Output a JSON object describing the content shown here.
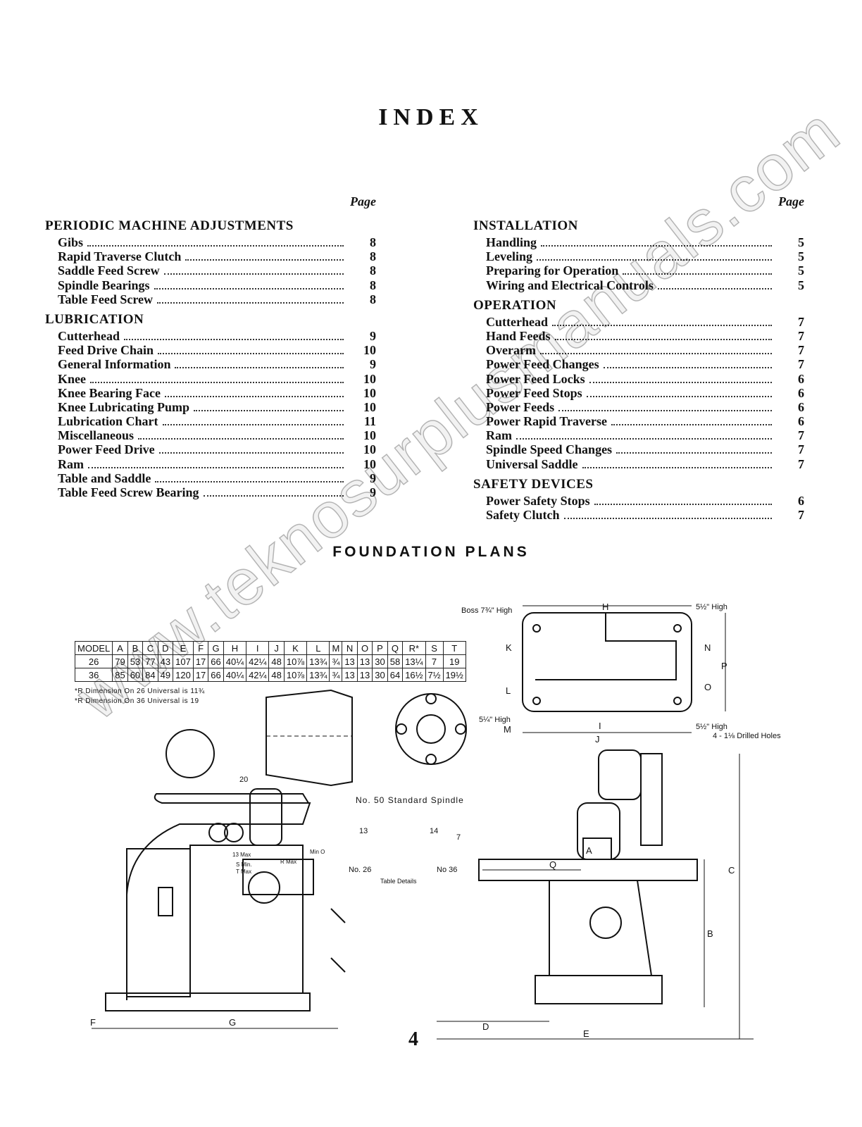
{
  "title": "INDEX",
  "page_label": "Page",
  "left_sections": [
    {
      "heading": "PERIODIC MACHINE ADJUSTMENTS",
      "items": [
        {
          "label": "Gibs",
          "page": "8"
        },
        {
          "label": "Rapid Traverse Clutch",
          "page": "8"
        },
        {
          "label": "Saddle Feed Screw",
          "page": "8"
        },
        {
          "label": "Spindle Bearings",
          "page": "8"
        },
        {
          "label": "Table Feed Screw",
          "page": "8"
        }
      ]
    },
    {
      "heading": "LUBRICATION",
      "items": [
        {
          "label": "Cutterhead",
          "page": "9"
        },
        {
          "label": "Feed Drive Chain",
          "page": "10"
        },
        {
          "label": "General Information",
          "page": "9"
        },
        {
          "label": "Knee",
          "page": "10"
        },
        {
          "label": "Knee Bearing Face",
          "page": "10"
        },
        {
          "label": "Knee Lubricating Pump",
          "page": "10"
        },
        {
          "label": "Lubrication Chart",
          "page": "11"
        },
        {
          "label": "Miscellaneous",
          "page": "10"
        },
        {
          "label": "Power Feed Drive",
          "page": "10"
        },
        {
          "label": "Ram",
          "page": "10"
        },
        {
          "label": "Table and Saddle",
          "page": "9"
        },
        {
          "label": "Table Feed Screw Bearing",
          "page": "9"
        }
      ]
    }
  ],
  "right_sections": [
    {
      "heading": "INSTALLATION",
      "items": [
        {
          "label": "Handling",
          "page": "5"
        },
        {
          "label": "Leveling",
          "page": "5"
        },
        {
          "label": "Preparing for Operation",
          "page": "5"
        },
        {
          "label": "Wiring and Electrical Controls",
          "page": "5"
        }
      ]
    },
    {
      "heading": "OPERATION",
      "items": [
        {
          "label": "Cutterhead",
          "page": "7"
        },
        {
          "label": "Hand Feeds",
          "page": "7"
        },
        {
          "label": "Overarm",
          "page": "7"
        },
        {
          "label": "Power Feed Changes",
          "page": "7"
        },
        {
          "label": "Power Feed Locks",
          "page": "6"
        },
        {
          "label": "Power Feed Stops",
          "page": "6"
        },
        {
          "label": "Power Feeds",
          "page": "6"
        },
        {
          "label": "Power Rapid Traverse",
          "page": "6"
        },
        {
          "label": "Ram",
          "page": "7"
        },
        {
          "label": "Spindle Speed Changes",
          "page": "7"
        },
        {
          "label": "Universal Saddle",
          "page": "7"
        }
      ]
    },
    {
      "heading": "SAFETY DEVICES",
      "items": [
        {
          "label": "Power Safety Stops",
          "page": "6"
        },
        {
          "label": "Safety Clutch",
          "page": "7"
        }
      ]
    }
  ],
  "foundation_title": "FOUNDATION PLANS",
  "dimension_table": {
    "headers": [
      "MODEL",
      "A",
      "B",
      "C",
      "D",
      "E",
      "F",
      "G",
      "H",
      "I",
      "J",
      "K",
      "L",
      "M",
      "N",
      "O",
      "P",
      "Q",
      "R*",
      "S",
      "T"
    ],
    "rows": [
      [
        "26",
        "79",
        "53",
        "77",
        "43",
        "107",
        "17",
        "66",
        "40¼",
        "42¼",
        "48",
        "10⅞",
        "13¾",
        "¾",
        "13",
        "13",
        "30",
        "58",
        "13¼",
        "7",
        "19"
      ],
      [
        "36",
        "85",
        "60",
        "84",
        "49",
        "120",
        "17",
        "66",
        "40¼",
        "42¼",
        "48",
        "10⅞",
        "13¾",
        "¾",
        "13",
        "13",
        "30",
        "64",
        "16½",
        "7½",
        "19½"
      ]
    ],
    "notes": [
      "*R Dimension On 26 Universal is 11¾",
      "*R Dimension On 36 Universal is 19"
    ]
  },
  "drawing_labels": {
    "boss": "Boss 7¾\" High",
    "h552": "5½\" High",
    "h514": "5¼\" High",
    "h5half": "5½\" High",
    "holes": "4 - 1⅛ Drilled Holes",
    "spindle": "No. 50 Standard Spindle",
    "no26": "No. 26",
    "no36": "No 36",
    "table_details": "Table Details",
    "dim20": "20",
    "dim13max": "13 Max",
    "smin": "S Min.",
    "tmax": "T Max",
    "rmax": "R Max",
    "mino": "Min O",
    "d13": "13",
    "d14": "14",
    "d7": "7",
    "f": "F",
    "g": "G",
    "d": "D",
    "e": "E",
    "c": "C",
    "b": "B",
    "q": "Q",
    "a": "A",
    "h": "H",
    "j": "J",
    "k": "K",
    "l": "L",
    "m": "M",
    "n": "N",
    "o": "O",
    "p": "P",
    "i": "I"
  },
  "page_number": "4",
  "watermark": "www.teknosurplusmanuals.com"
}
